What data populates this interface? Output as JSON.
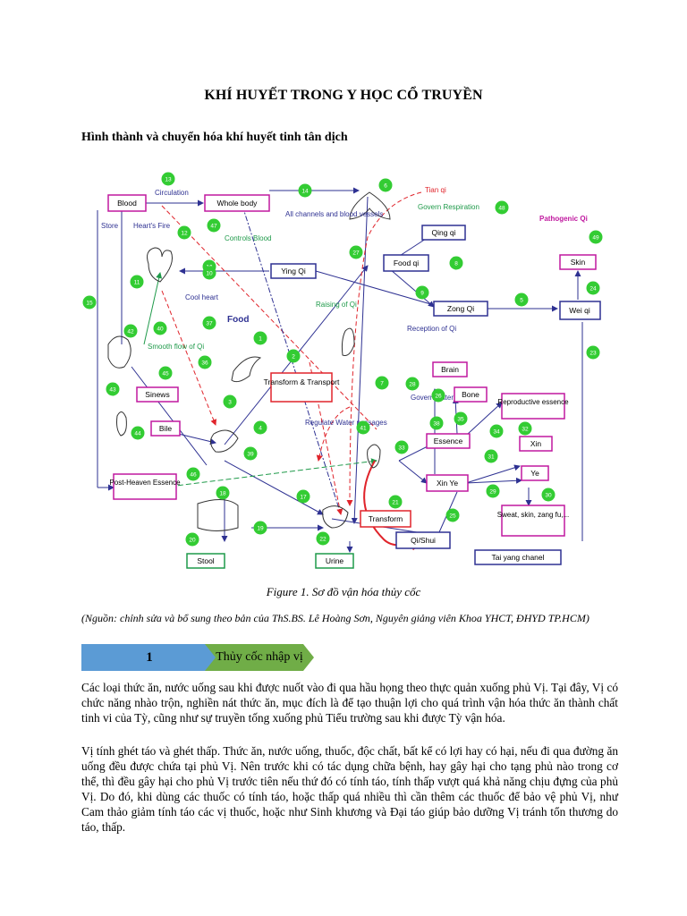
{
  "document": {
    "title": "KHÍ HUYẾT TRONG Y HỌC CỔ TRUYỀN",
    "subtitle": "Hình thành và chuyển hóa khí huyết tinh tân dịch",
    "figure": {
      "caption": "Figure 1. Sơ đồ vận hóa thủy cốc",
      "source": "(Nguồn: chỉnh sửa và bổ sung theo bản của ThS.BS. Lê Hoàng Sơn, Nguyên giảng viên Khoa YHCT, ĐHYD TP.HCM)",
      "boxes": {
        "blood": "Blood",
        "whole_body": "Whole body",
        "qing_qi": "Qing qi",
        "skin": "Skin",
        "food_qi": "Food qi",
        "ying_qi": "Ying Qi",
        "zong_qi": "Zong Qi",
        "wei_qi": "Wei qi",
        "transform_transport": "Transform & Transport",
        "brain": "Brain",
        "bone": "Bone",
        "reproductive": "Reproductive essence",
        "sinews": "Sinews",
        "bile": "Bile",
        "essence": "Essence",
        "xin": "Xin",
        "post_heaven": "Post-Heaven Essence",
        "xin_ye": "Xin Ye",
        "ye": "Ye",
        "transform": "Transform",
        "sweat": "Sweat, skin, zang fu,...",
        "qi_shui": "Qi/Shui",
        "stool": "Stool",
        "urine": "Urine",
        "tai_yang": "Tai yang chanel"
      },
      "labels": {
        "circulation": "Circulation",
        "store": "Store",
        "hearts_fire": "Heart's Fire",
        "all_channels": "All channels and blood vessels",
        "tian_qi": "Tian qi",
        "govern_respiration": "Govern Respiration",
        "pathogenic_qi": "Pathogenic Qi",
        "controls_blood": "Controls Blood",
        "cool_heart": "Cool heart",
        "food": "Food",
        "raising_qi": "Raising of Qi",
        "reception_qi": "Reception of Qi",
        "smooth_flow": "Smooth flow of Qi",
        "govern_water": "Govern water",
        "regulate_water": "Regulate Water passages"
      },
      "node_numbers": [
        "13",
        "14",
        "6",
        "48",
        "49",
        "47",
        "12",
        "16",
        "27",
        "8",
        "15",
        "11",
        "9",
        "5",
        "24",
        "37",
        "40",
        "42",
        "1",
        "36",
        "2",
        "28",
        "23",
        "45",
        "41",
        "38",
        "26",
        "35",
        "43",
        "44",
        "39",
        "3",
        "4",
        "7",
        "10",
        "34",
        "33",
        "32",
        "31",
        "19",
        "18",
        "17",
        "20",
        "21",
        "22",
        "25",
        "29",
        "30",
        "46"
      ]
    },
    "section": {
      "number": "1",
      "title": "Thủy cốc nhập vị"
    },
    "paragraphs": [
      "Các loại thức ăn, nước uống sau khi được nuốt vào đi qua hầu họng theo thực quản xuống phủ Vị. Tại đây, Vị có chức năng nhào trộn, nghiền nát thức ăn, mục đích là để tạo thuận lợi cho quá trình vận hóa thức ăn thành chất tinh vi của Tỳ, cũng như sự truyền tống xuống phủ Tiểu trường sau khi được Tỳ vận hóa.",
      "Vị tính ghét táo và ghét thấp. Thức ăn, nước uống, thuốc, độc chất, bất kể có lợi hay có hại, nếu đi qua đường ăn uống đều được chứa tại phủ Vị. Nên trước khi có tác dụng chữa bệnh, hay gây hại cho tạng phủ nào trong cơ thể, thì đều gây hại cho phủ Vị trước tiên nếu thứ đó có tính táo, tính thấp vượt quá khả năng chịu đựng của phủ Vị. Do đó, khi dùng các thuốc có tính táo, hoặc thấp quá nhiều thì cần thêm các thuốc để bảo vệ phủ Vị, như Cam thảo giảm tính táo các vị thuốc, hoặc như Sinh khương và Đại táo giúp bảo dưỡng Vị tránh tổn thương do táo, thấp."
    ],
    "colors": {
      "box_magenta": "#c0189f",
      "box_blue": "#2e3192",
      "box_red": "#e0242b",
      "box_green": "#1f9a4a",
      "node_green": "#33cc33",
      "banner_blue": "#5b9bd5",
      "banner_green": "#70ad47"
    }
  }
}
